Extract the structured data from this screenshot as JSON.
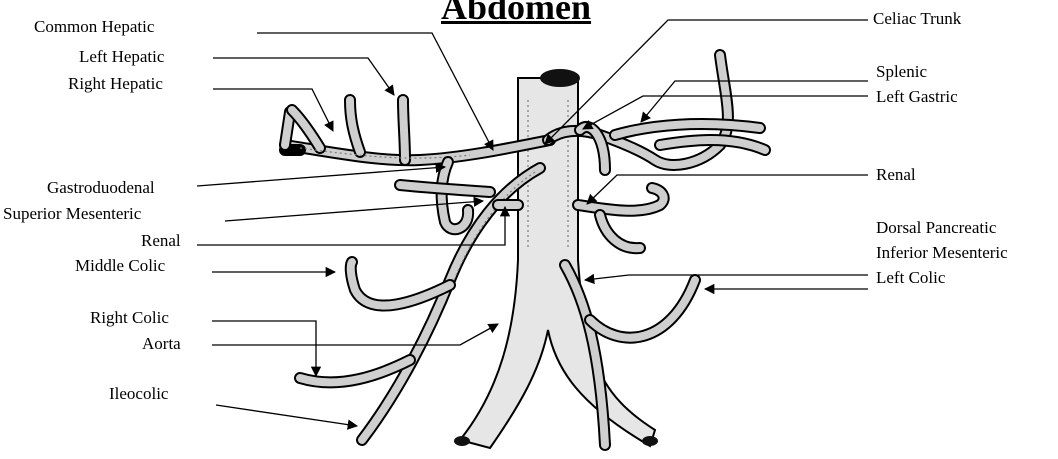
{
  "title": "Abdomen",
  "labels": {
    "common_hepatic": "Common Hepatic",
    "left_hepatic": "Left Hepatic",
    "right_hepatic": "Right Hepatic",
    "gastroduodenal": "Gastroduodenal",
    "superior_mesenteric": "Superior Mesenteric",
    "renal_left": "Renal",
    "middle_colic": "Middle Colic",
    "right_colic": "Right Colic",
    "aorta": "Aorta",
    "ileocolic": "Ileocolic",
    "celiac_trunk": "Celiac Trunk",
    "splenic": "Splenic",
    "left_gastric": "Left Gastric",
    "renal_right": "Renal",
    "dorsal_pancreatic": "Dorsal Pancreatic",
    "inferior_mesenteric": "Inferior Mesenteric",
    "left_colic": "Left Colic"
  }
}
